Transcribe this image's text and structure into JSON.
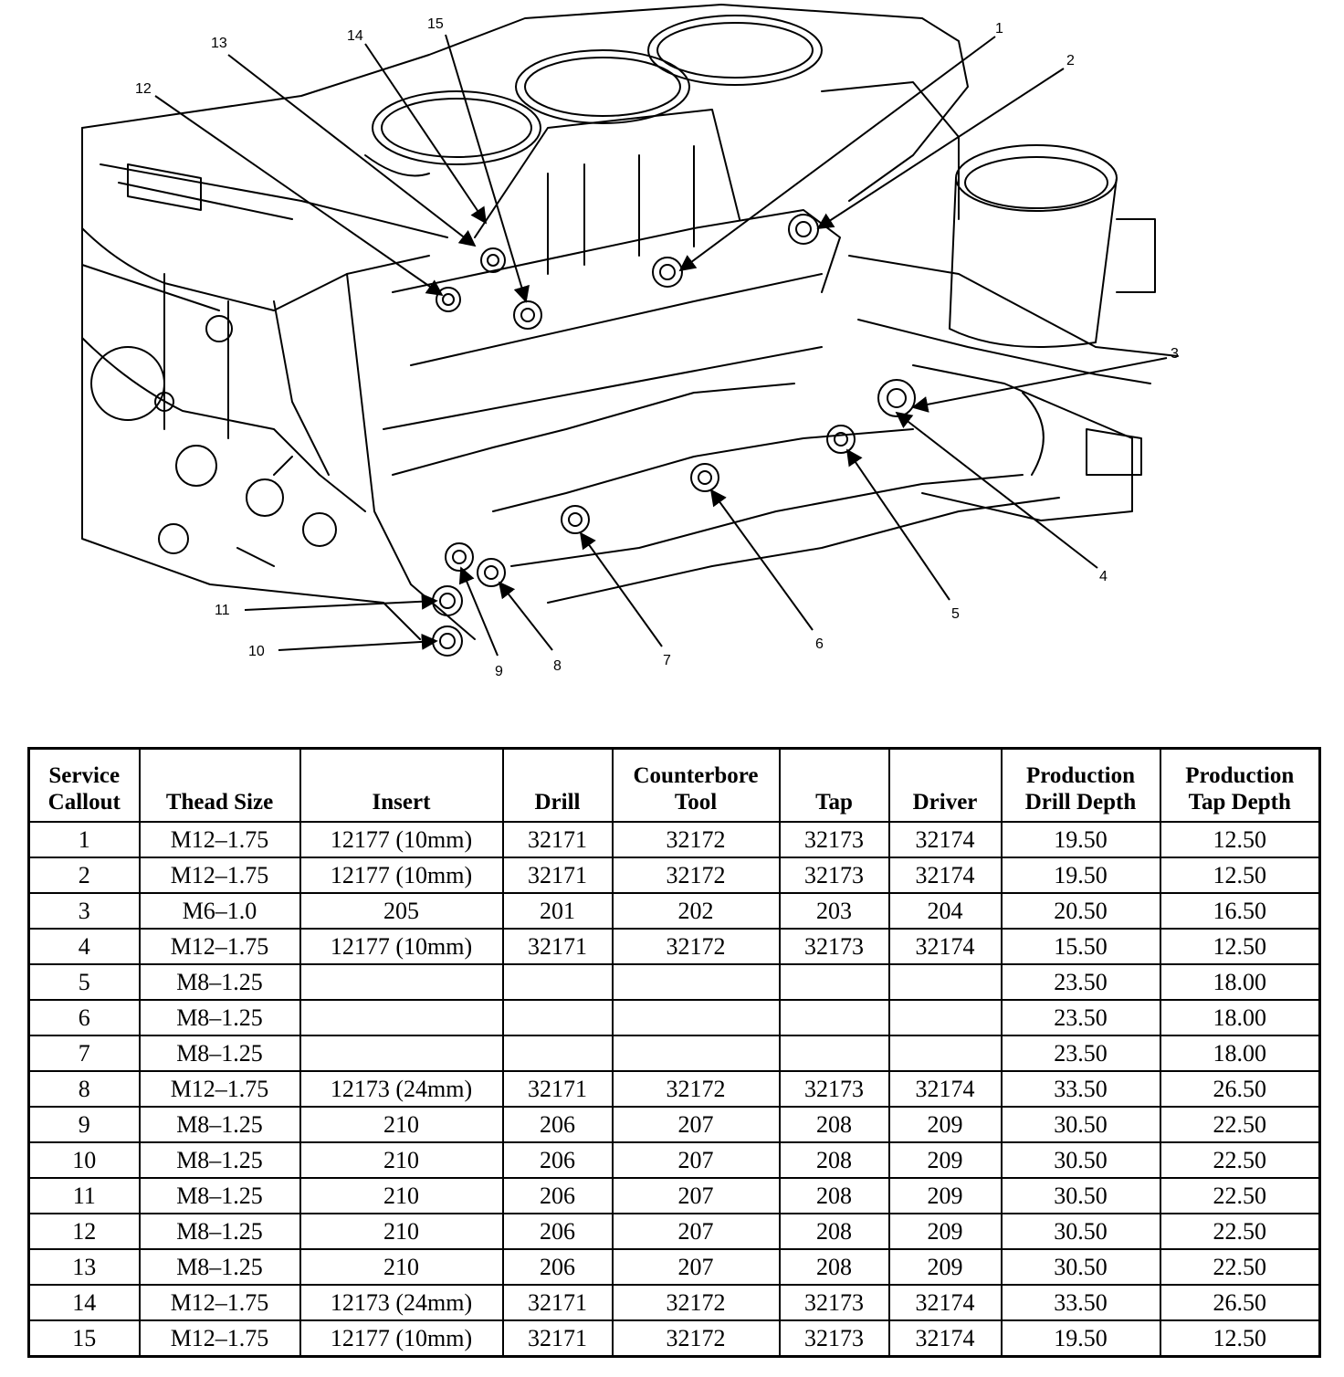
{
  "figure": {
    "callouts": [
      "1",
      "2",
      "3",
      "4",
      "5",
      "6",
      "7",
      "8",
      "9",
      "10",
      "11",
      "12",
      "13",
      "14",
      "15"
    ]
  },
  "table": {
    "headers": [
      [
        "Service",
        "Callout"
      ],
      [
        "",
        "Thead Size"
      ],
      [
        "",
        "Insert"
      ],
      [
        "",
        "Drill"
      ],
      [
        "Counterbore",
        "Tool"
      ],
      [
        "",
        "Tap"
      ],
      [
        "",
        "Driver"
      ],
      [
        "Production",
        "Drill Depth"
      ],
      [
        "Production",
        "Tap Depth"
      ]
    ],
    "rows": [
      [
        "1",
        "M12–1.75",
        "12177 (10mm)",
        "32171",
        "32172",
        "32173",
        "32174",
        "19.50",
        "12.50"
      ],
      [
        "2",
        "M12–1.75",
        "12177 (10mm)",
        "32171",
        "32172",
        "32173",
        "32174",
        "19.50",
        "12.50"
      ],
      [
        "3",
        "M6–1.0",
        "205",
        "201",
        "202",
        "203",
        "204",
        "20.50",
        "16.50"
      ],
      [
        "4",
        "M12–1.75",
        "12177 (10mm)",
        "32171",
        "32172",
        "32173",
        "32174",
        "15.50",
        "12.50"
      ],
      [
        "5",
        "M8–1.25",
        "",
        "",
        "",
        "",
        "",
        "23.50",
        "18.00"
      ],
      [
        "6",
        "M8–1.25",
        "",
        "",
        "",
        "",
        "",
        "23.50",
        "18.00"
      ],
      [
        "7",
        "M8–1.25",
        "",
        "",
        "",
        "",
        "",
        "23.50",
        "18.00"
      ],
      [
        "8",
        "M12–1.75",
        "12173 (24mm)",
        "32171",
        "32172",
        "32173",
        "32174",
        "33.50",
        "26.50"
      ],
      [
        "9",
        "M8–1.25",
        "210",
        "206",
        "207",
        "208",
        "209",
        "30.50",
        "22.50"
      ],
      [
        "10",
        "M8–1.25",
        "210",
        "206",
        "207",
        "208",
        "209",
        "30.50",
        "22.50"
      ],
      [
        "11",
        "M8–1.25",
        "210",
        "206",
        "207",
        "208",
        "209",
        "30.50",
        "22.50"
      ],
      [
        "12",
        "M8–1.25",
        "210",
        "206",
        "207",
        "208",
        "209",
        "30.50",
        "22.50"
      ],
      [
        "13",
        "M8–1.25",
        "210",
        "206",
        "207",
        "208",
        "209",
        "30.50",
        "22.50"
      ],
      [
        "14",
        "M12–1.75",
        "12173 (24mm)",
        "32171",
        "32172",
        "32173",
        "32174",
        "33.50",
        "26.50"
      ],
      [
        "15",
        "M12–1.75",
        "12177 (10mm)",
        "32171",
        "32172",
        "32173",
        "32174",
        "19.50",
        "12.50"
      ]
    ]
  }
}
